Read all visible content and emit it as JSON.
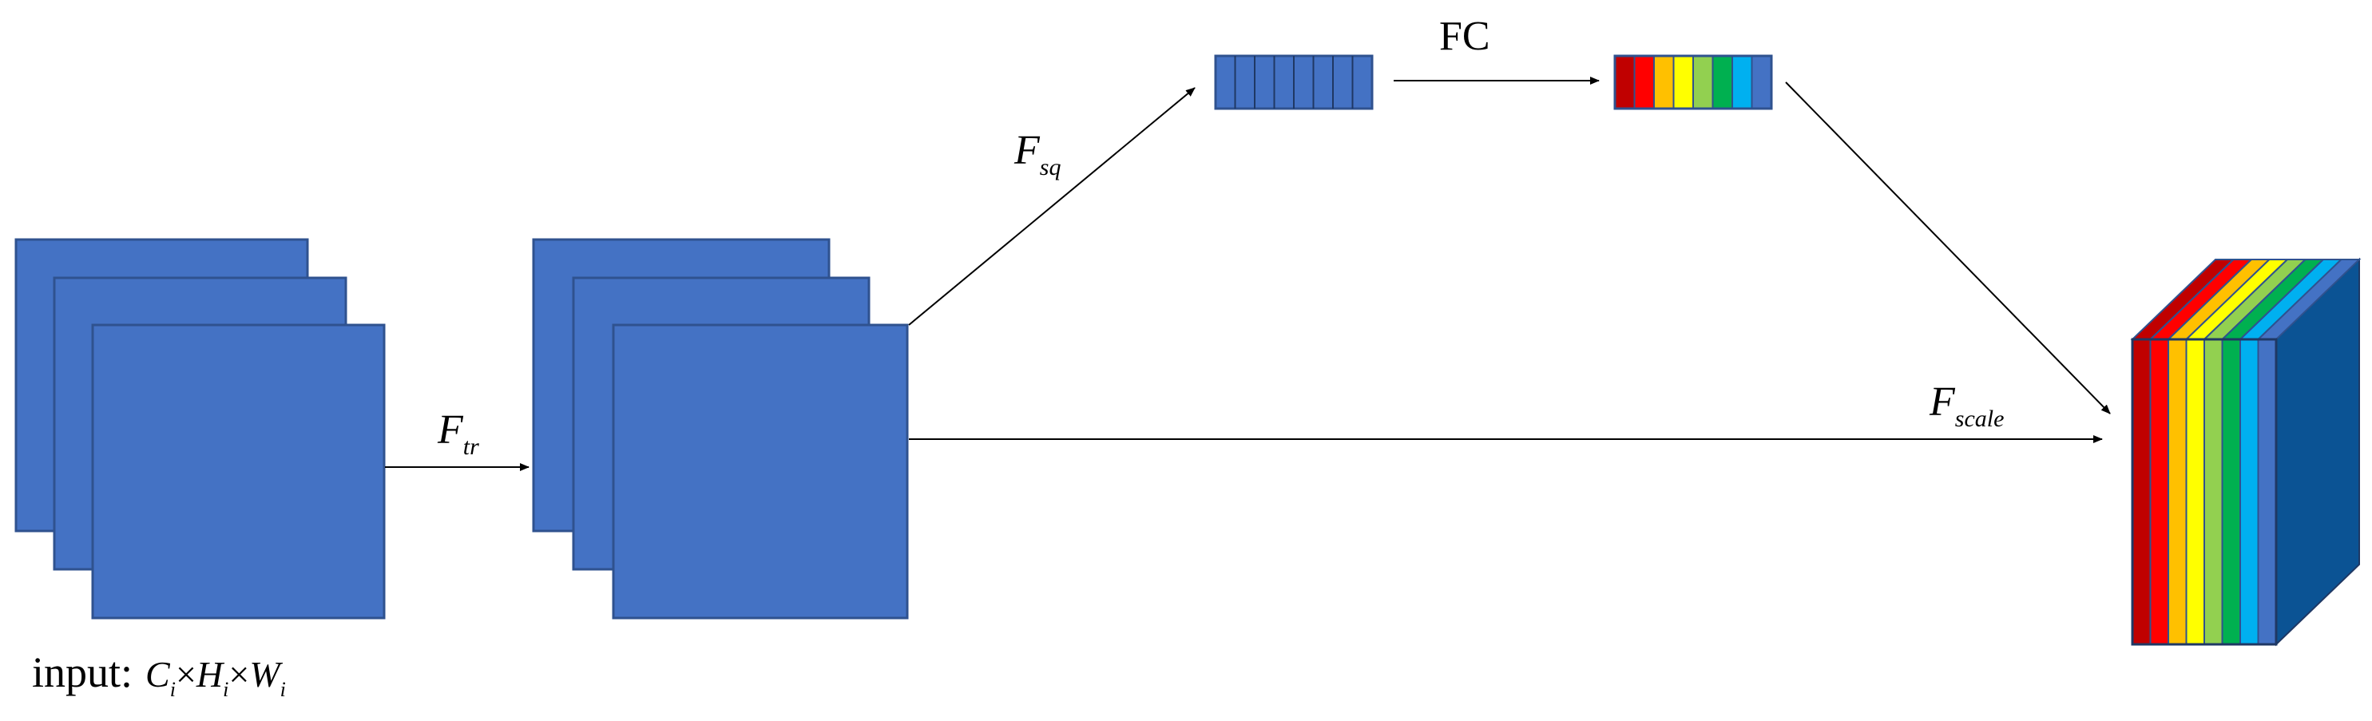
{
  "colors": {
    "block_fill": "#4472C4",
    "block_stroke": "#2F528F",
    "arrow": "#000000",
    "cube_side": "#0B5394",
    "channel_stripes": [
      "#C00000",
      "#FF0000",
      "#FFC000",
      "#FFFF00",
      "#92D050",
      "#00B050",
      "#00B0F0",
      "#4472C4"
    ]
  },
  "labels": {
    "f_tr_main": "F",
    "f_tr_sub": "tr",
    "f_sq_main": "F",
    "f_sq_sub": "sq",
    "fc": "FC",
    "f_scale_main": "F",
    "f_scale_sub": "scale",
    "input_prefix": "input",
    "input_colon": ":",
    "c_main": "C",
    "h_main": "H",
    "w_main": "W",
    "dim_sub": "i",
    "times": "×"
  },
  "icons": {
    "arrowhead": "triangle-arrowhead-icon"
  }
}
